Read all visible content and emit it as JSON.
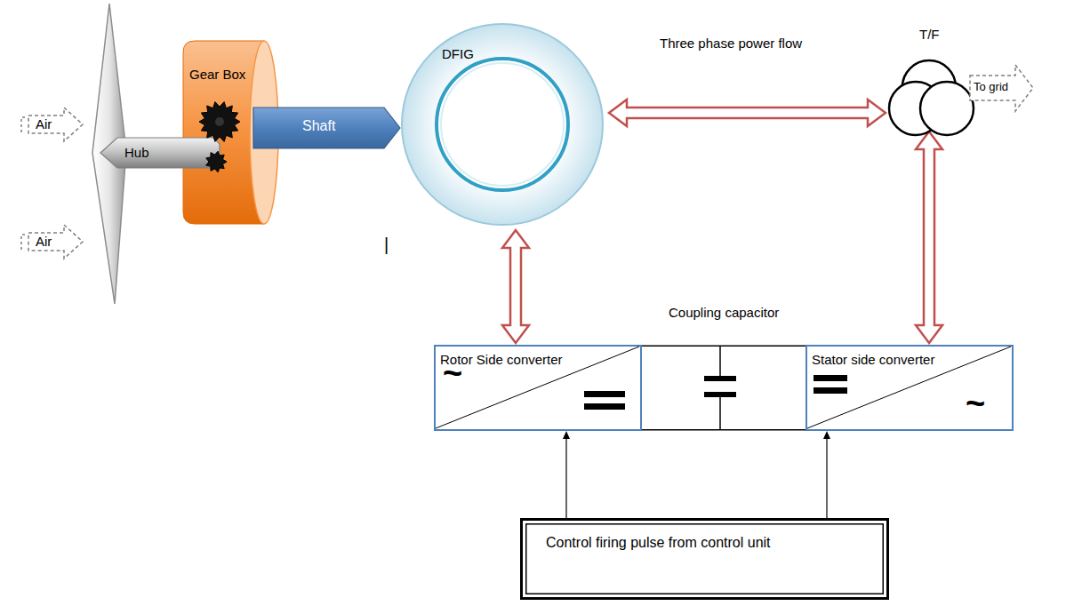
{
  "diagram": {
    "nodes": [
      {
        "text": [
          "Air"
        ]
      },
      {
        "text": [
          "Air"
        ]
      },
      {
        "text": [
          "Gear Box"
        ]
      },
      {
        "text": [
          "Hub"
        ]
      },
      {
        "text": [
          "Shaft"
        ]
      },
      {
        "text": [
          "DFIG"
        ]
      },
      {
        "text": [
          "T/F"
        ]
      },
      {
        "text": [
          "To grid"
        ]
      },
      {
        "text": [
          "Rotor Side converter",
          "~"
        ]
      },
      {
        "text": [
          "Stator side converter",
          "~"
        ]
      },
      {
        "text": [
          "Control firing pulse from control unit"
        ]
      }
    ],
    "edges": [
      {
        "from": 5,
        "to": 6,
        "arrow": "both",
        "label": "Three phase power flow"
      },
      {
        "from": 5,
        "to": 8,
        "arrow": "both"
      },
      {
        "from": 9,
        "to": 6,
        "arrow": "both"
      },
      {
        "from": 10,
        "to": 8,
        "arrow": "to"
      },
      {
        "from": 10,
        "to": 9,
        "arrow": "to"
      },
      {
        "from": 8,
        "to": 9,
        "arrow": "none"
      }
    ],
    "labels": [
      "Coupling capacitor",
      "|"
    ]
  }
}
